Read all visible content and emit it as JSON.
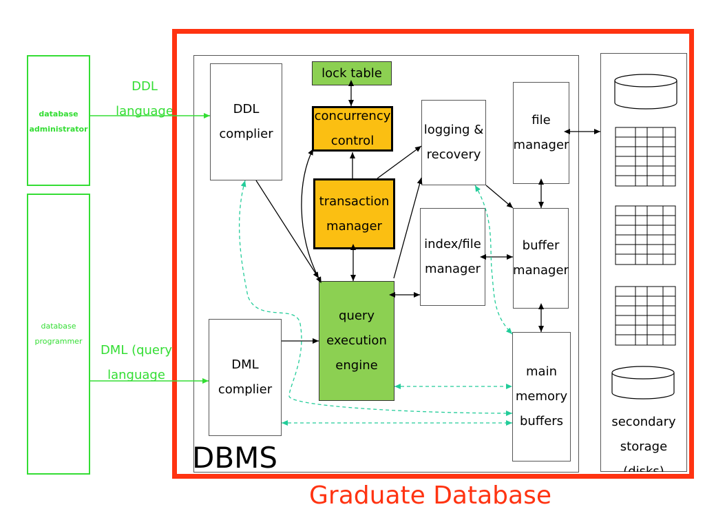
{
  "left_panel": {
    "database_administrator": "database\nadministrator",
    "database_programmer": "database\nprogrammer"
  },
  "inputs": {
    "ddl_language": "DDL\nlanguage",
    "dml_language": "DML (query\nlanguage"
  },
  "components": {
    "lock_table": "lock table",
    "ddl_compiler": "DDL\ncomplier",
    "concurrency_control": "concurrency\ncontrol",
    "logging_recovery": "logging &\nrecovery",
    "file_manager": "file\nmanager",
    "transaction_manager": "transaction\nmanager",
    "index_file_manager": "index/file\nmanager",
    "buffer_manager": "buffer\nmanager",
    "query_execution_engine": "query\nexecution\nengine",
    "dml_compiler": "DML\ncomplier",
    "main_memory_buffers": "main\nmemory\nbuffers"
  },
  "dbms_label": "DBMS",
  "storage_label": "secondary\nstorage\n(disks)",
  "caption": "Graduate Database",
  "colors": {
    "frame": "#ff3311",
    "green_box": "#8cd052",
    "orange_box": "#fbbf12",
    "lime_text": "#33dd33",
    "dashed_arrow": "#22cc99",
    "caption": "#ff3311"
  }
}
